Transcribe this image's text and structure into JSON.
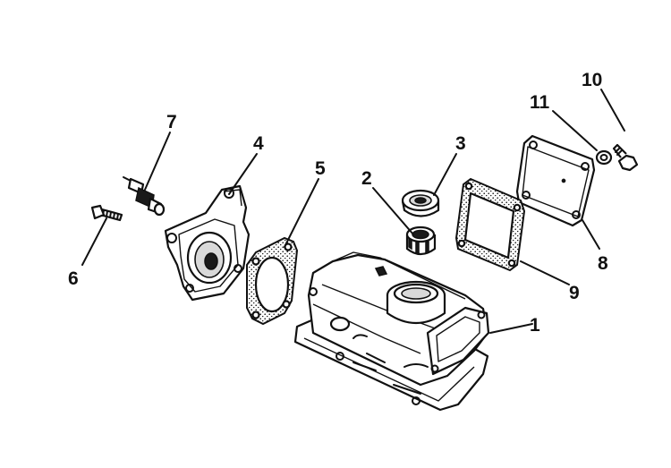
{
  "callouts": {
    "c1": "1",
    "c2": "2",
    "c3": "3",
    "c4": "4",
    "c5": "5",
    "c6": "6",
    "c7": "7",
    "c8": "8",
    "c9": "9",
    "c10": "10",
    "c11": "11"
  },
  "colors": {
    "ink": "#111111",
    "paper": "#ffffff"
  }
}
